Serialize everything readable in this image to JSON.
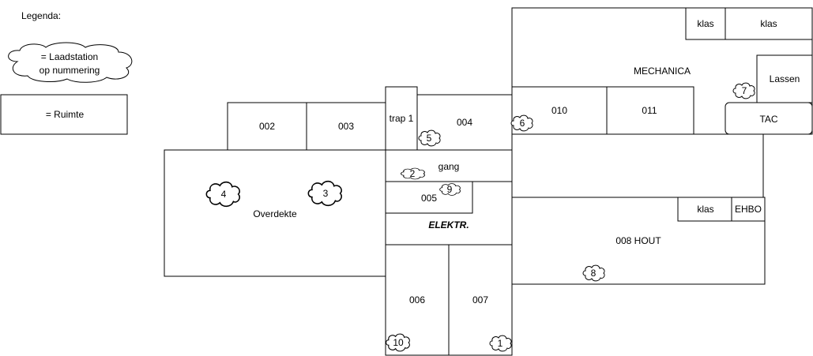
{
  "legend": {
    "title": "Legenda:",
    "charger_line1": "= Laadstation",
    "charger_line2": "op nummering",
    "room": "= Ruimte"
  },
  "rooms": {
    "r002": "002",
    "r003": "003",
    "trap1": "trap 1",
    "r004": "004",
    "r010": "010",
    "r011": "011",
    "mechanica": "MECHANICA",
    "klas_top_1": "klas",
    "klas_top_2": "klas",
    "lassen": "Lassen",
    "tac": "TAC",
    "gang": "gang",
    "overdekte": "Overdekte",
    "r005": "005",
    "elektr": "ELEKTR.",
    "klas_hout": "klas",
    "ehbo": "EHBO",
    "hout": "008 HOUT",
    "r006": "006",
    "r007": "007"
  },
  "chargers": {
    "c1": "1",
    "c2": "2",
    "c3": "3",
    "c4": "4",
    "c5": "5",
    "c6": "6",
    "c7": "7",
    "c8": "8",
    "c9": "9",
    "c10": "10"
  }
}
